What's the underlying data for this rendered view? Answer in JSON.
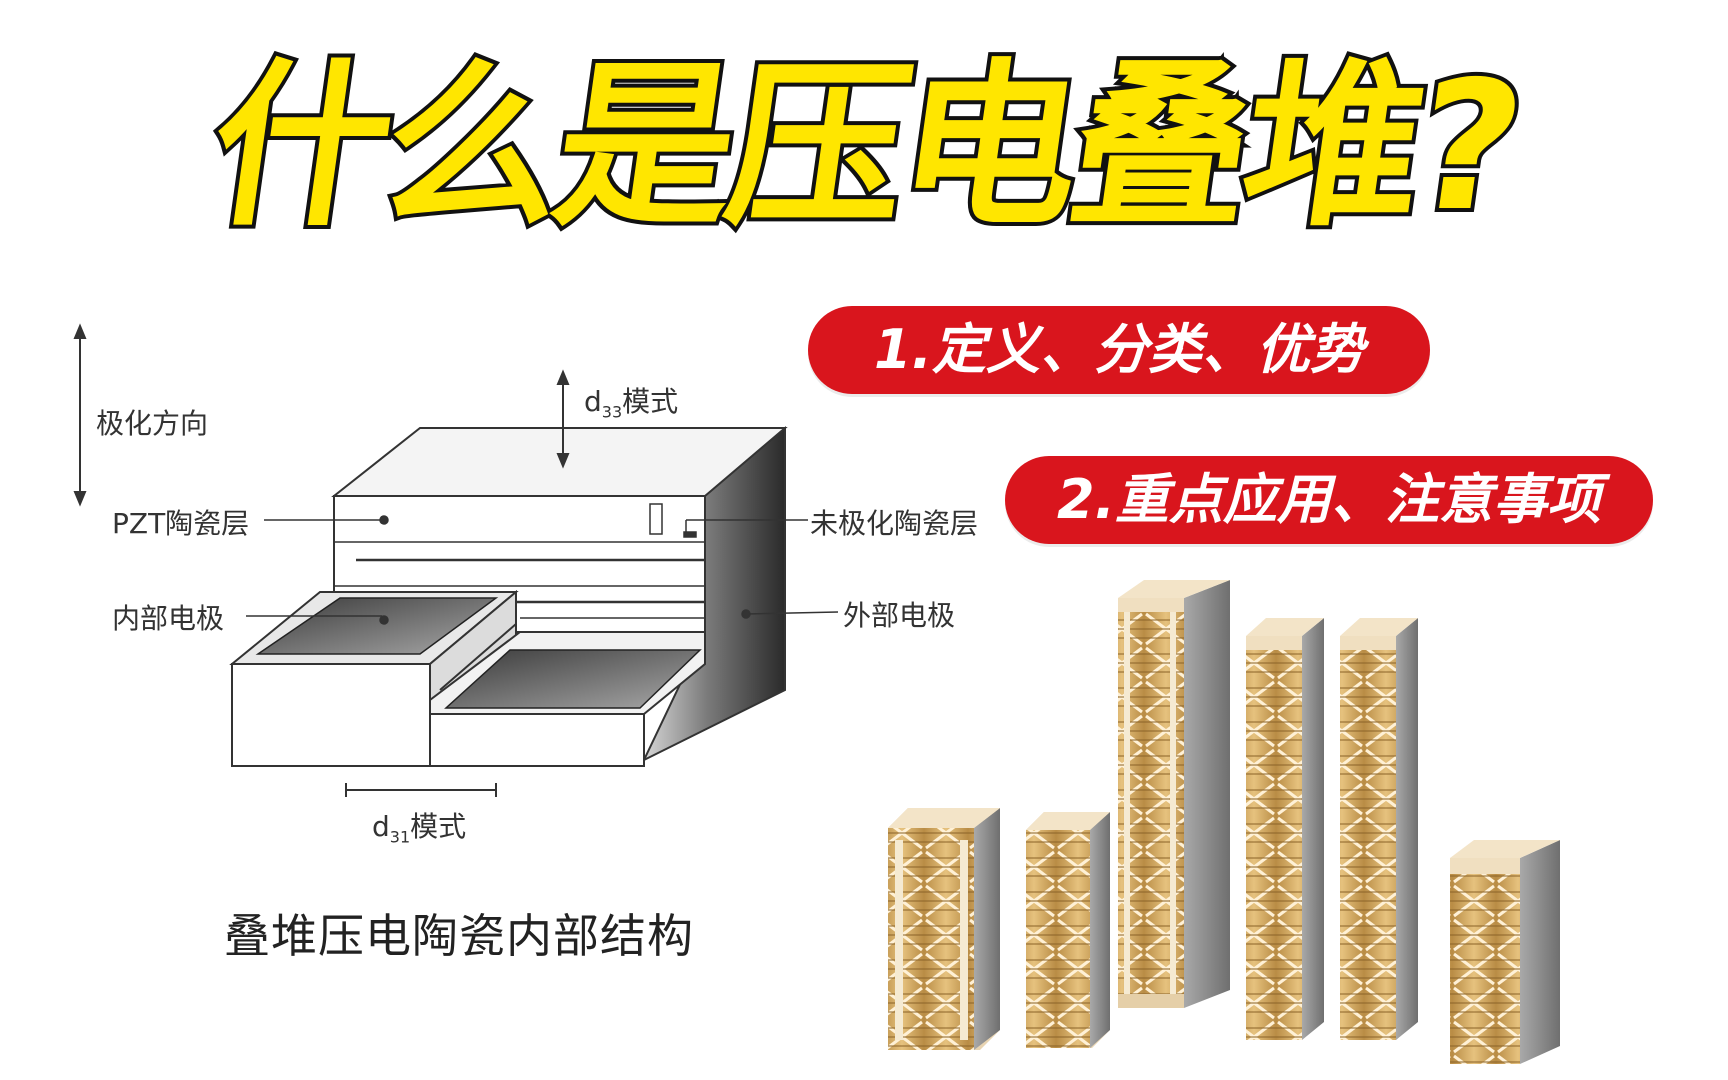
{
  "title": "什么是压电叠堆?",
  "pills": [
    {
      "text": "1.定义、分类、优势",
      "color": "#d9151d"
    },
    {
      "text": "2.重点应用、注意事项",
      "color": "#d9151d"
    }
  ],
  "diagram": {
    "labels": {
      "polarization": "极化方向",
      "pzt_layer": "PZT陶瓷层",
      "inner_electrode": "内部电极",
      "unpolarized_layer": "未极化陶瓷层",
      "outer_electrode": "外部电极",
      "d33_mode": "d",
      "d33_sub": "33",
      "d33_suffix": "模式",
      "d31_mode": "d",
      "d31_sub": "31",
      "d31_suffix": "模式"
    },
    "caption": "叠堆压电陶瓷内部结构"
  },
  "colors": {
    "title_fill": "#ffe600",
    "title_stroke": "#111111",
    "pill_red": "#d9151d",
    "ceramic": "#e9d6b6",
    "electrode_gold": "#c9a35a",
    "stack_gray": "#8f8f8f"
  }
}
